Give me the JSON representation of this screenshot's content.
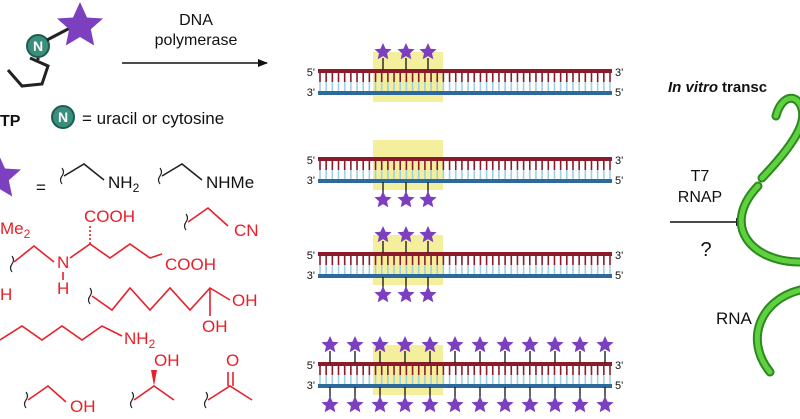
{
  "scheme": {
    "polymerase_line1": "DNA",
    "polymerase_line2": "polymerase",
    "ntp_suffix": "TP",
    "n_letter": "N",
    "n_legend": "= uracil or cytosine",
    "equals": "=",
    "transcription_heading": "In vitro",
    "transcription_heading_rest": "transc",
    "enzyme_line1": "T7",
    "enzyme_line2": "RNAP",
    "question": "?",
    "rna_label": "RNA"
  },
  "strand_ends": {
    "five": "5'",
    "three": "3'"
  },
  "substituents": {
    "nh2": "NH",
    "nh2_sub": "2",
    "nhme": "NHMe",
    "cooh_top": "COOH",
    "cooh_bottom": "COOH",
    "nme2": "Me",
    "nme2_sub": "2",
    "amine_n": "N",
    "amine_h": "H",
    "cn": "CN",
    "oh_left": "H",
    "oh_chain": "OH",
    "oh_mid": "OH",
    "amine_long": "NH",
    "amine_long_sub": "2",
    "oh_bottom": "OH",
    "oh_chiral": "OH",
    "ketone_o": "O"
  },
  "colors": {
    "top_strand": "#8b1a2b",
    "bottom_strand": "#2b6a9a",
    "highlight": "#f2ec8c",
    "star": "#7b3fbf",
    "red_structure": "#e8202a",
    "nucleobase": "#3a8f7c",
    "rna": "#3fbf2a"
  },
  "duplexes": [
    {
      "stars_top": [
        0,
        1,
        2
      ],
      "stars_bottom": []
    },
    {
      "stars_top": [],
      "stars_bottom": [
        0,
        1,
        2
      ]
    },
    {
      "stars_top": [
        0,
        1,
        2
      ],
      "stars_bottom": [
        0,
        1,
        2
      ]
    },
    {
      "stars_top": [
        0,
        1,
        2,
        3,
        4,
        5,
        6,
        7,
        8,
        9,
        10,
        11
      ],
      "stars_bottom": [
        0,
        1,
        2,
        3,
        4,
        5,
        6,
        7,
        8,
        9,
        10,
        11
      ]
    }
  ]
}
